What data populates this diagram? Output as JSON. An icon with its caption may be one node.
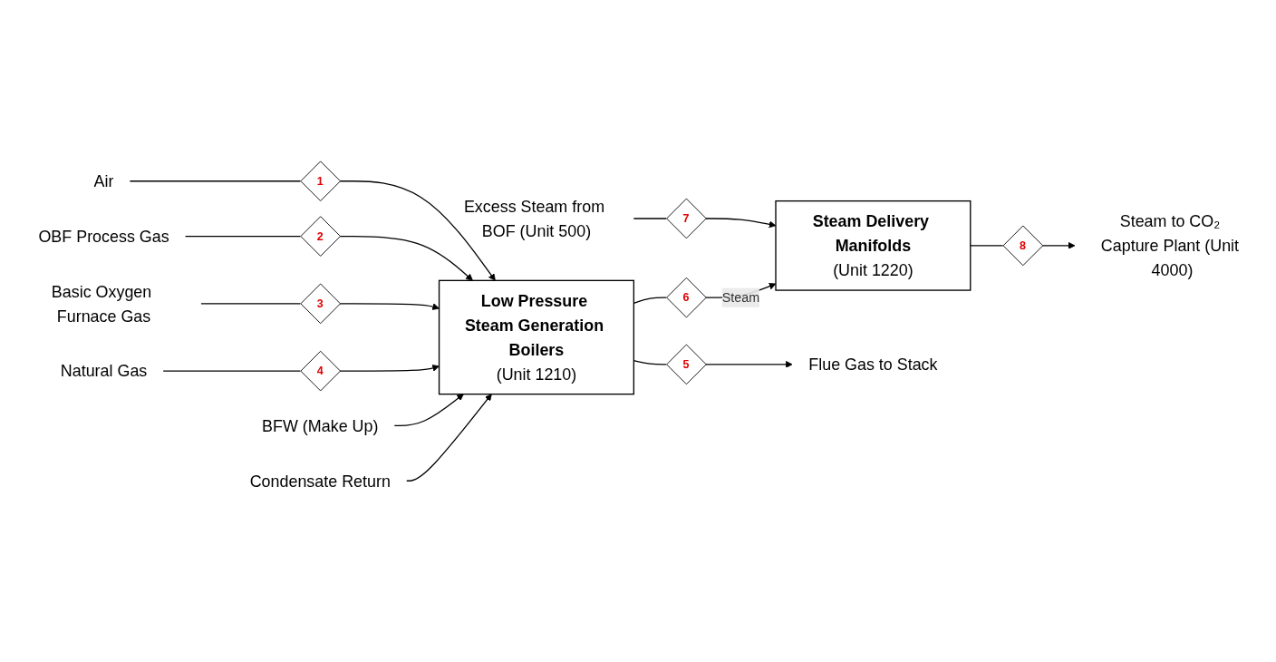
{
  "diagram": {
    "nodes": [
      {
        "text": [
          "Excess Steam from BOF (Unit 500)"
        ]
      },
      {
        "text": [
          "7"
        ]
      },
      {
        "text": [
          "Steam Delivery Manifolds",
          "(Unit 1220)"
        ]
      },
      {
        "text": [
          "8"
        ]
      },
      {
        "text": [
          "Steam to CO₂ Capture Plant (Unit 4000)"
        ]
      },
      {
        "text": [
          "6"
        ]
      },
      {
        "text": [
          "5"
        ]
      },
      {
        "text": [
          "Flue Gas to Stack"
        ]
      },
      {
        "text": [
          "Air"
        ]
      },
      {
        "text": [
          "1"
        ]
      },
      {
        "text": [
          "OBF Process Gas"
        ]
      },
      {
        "text": [
          "2"
        ]
      },
      {
        "text": [
          "Basic Oxygen Furnace Gas"
        ]
      },
      {
        "text": [
          "3"
        ]
      },
      {
        "text": [
          "Natural Gas"
        ]
      },
      {
        "text": [
          "4"
        ]
      },
      {
        "text": [
          "Low Pressure Steam Generation Boilers",
          "(Unit 1210)"
        ]
      },
      {
        "text": [
          "BFW (Make Up)"
        ]
      },
      {
        "text": [
          "Condensate Return"
        ]
      }
    ],
    "edges": [
      {
        "from": 0,
        "to": 1,
        "arrow": "none"
      },
      {
        "from": 1,
        "to": 2,
        "arrow": "to"
      },
      {
        "from": 2,
        "to": 3,
        "arrow": "none"
      },
      {
        "from": 3,
        "to": 4,
        "arrow": "to"
      },
      {
        "from": 16,
        "to": 5,
        "arrow": "none"
      },
      {
        "from": 5,
        "to": 2,
        "arrow": "to",
        "label": "Steam"
      },
      {
        "from": 16,
        "to": 6,
        "arrow": "none"
      },
      {
        "from": 6,
        "to": 7,
        "arrow": "to"
      },
      {
        "from": 8,
        "to": 9,
        "arrow": "none"
      },
      {
        "from": 9,
        "to": 16,
        "arrow": "to"
      },
      {
        "from": 10,
        "to": 11,
        "arrow": "none"
      },
      {
        "from": 11,
        "to": 16,
        "arrow": "to"
      },
      {
        "from": 12,
        "to": 13,
        "arrow": "none"
      },
      {
        "from": 13,
        "to": 16,
        "arrow": "to"
      },
      {
        "from": 14,
        "to": 15,
        "arrow": "none"
      },
      {
        "from": 15,
        "to": 16,
        "arrow": "to"
      },
      {
        "from": 17,
        "to": 16,
        "arrow": "to"
      },
      {
        "from": 18,
        "to": 16,
        "arrow": "to"
      }
    ]
  }
}
